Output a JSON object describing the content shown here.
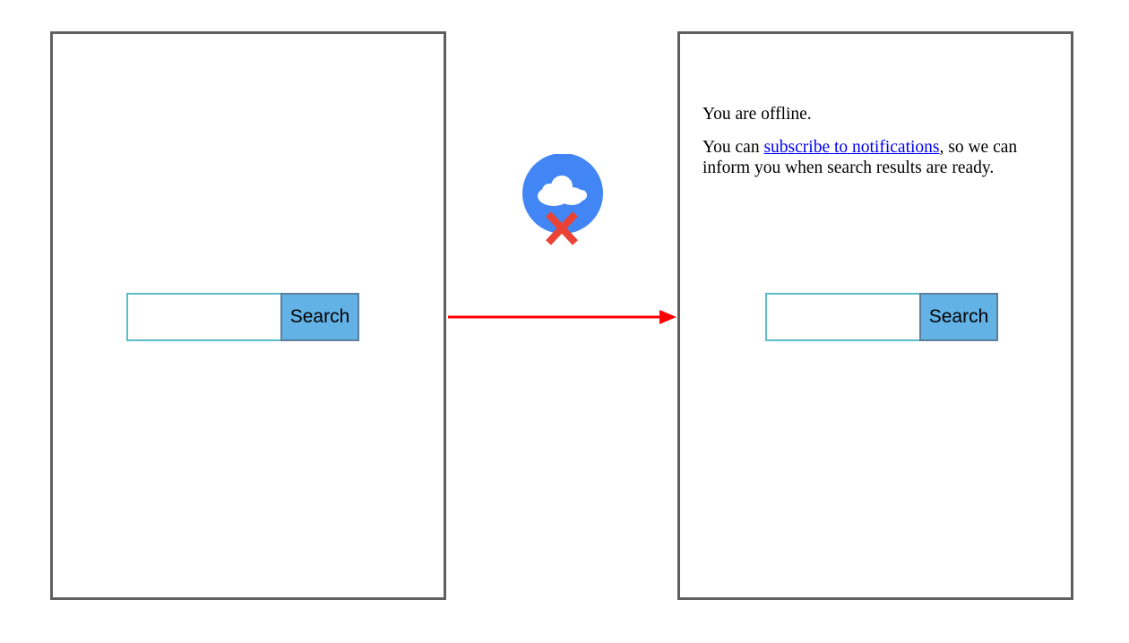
{
  "left_screen": {
    "search": {
      "input_value": "",
      "button_label": "Search"
    }
  },
  "right_screen": {
    "offline_text": "You are offline.",
    "notice": {
      "prefix": "You can ",
      "link_label": "subscribe to notifications",
      "suffix": ", so we can inform you when search results are ready."
    },
    "search": {
      "input_value": "",
      "button_label": "Search"
    }
  },
  "icons": {
    "offline": "cloud-offline-icon"
  },
  "colors": {
    "arrow": "#ff0000",
    "icon_circle": "#4285f4",
    "cross": "#ea4335",
    "button_fill": "#63b2e6",
    "input_border": "#5bbdc8",
    "link": "#0000ee"
  }
}
